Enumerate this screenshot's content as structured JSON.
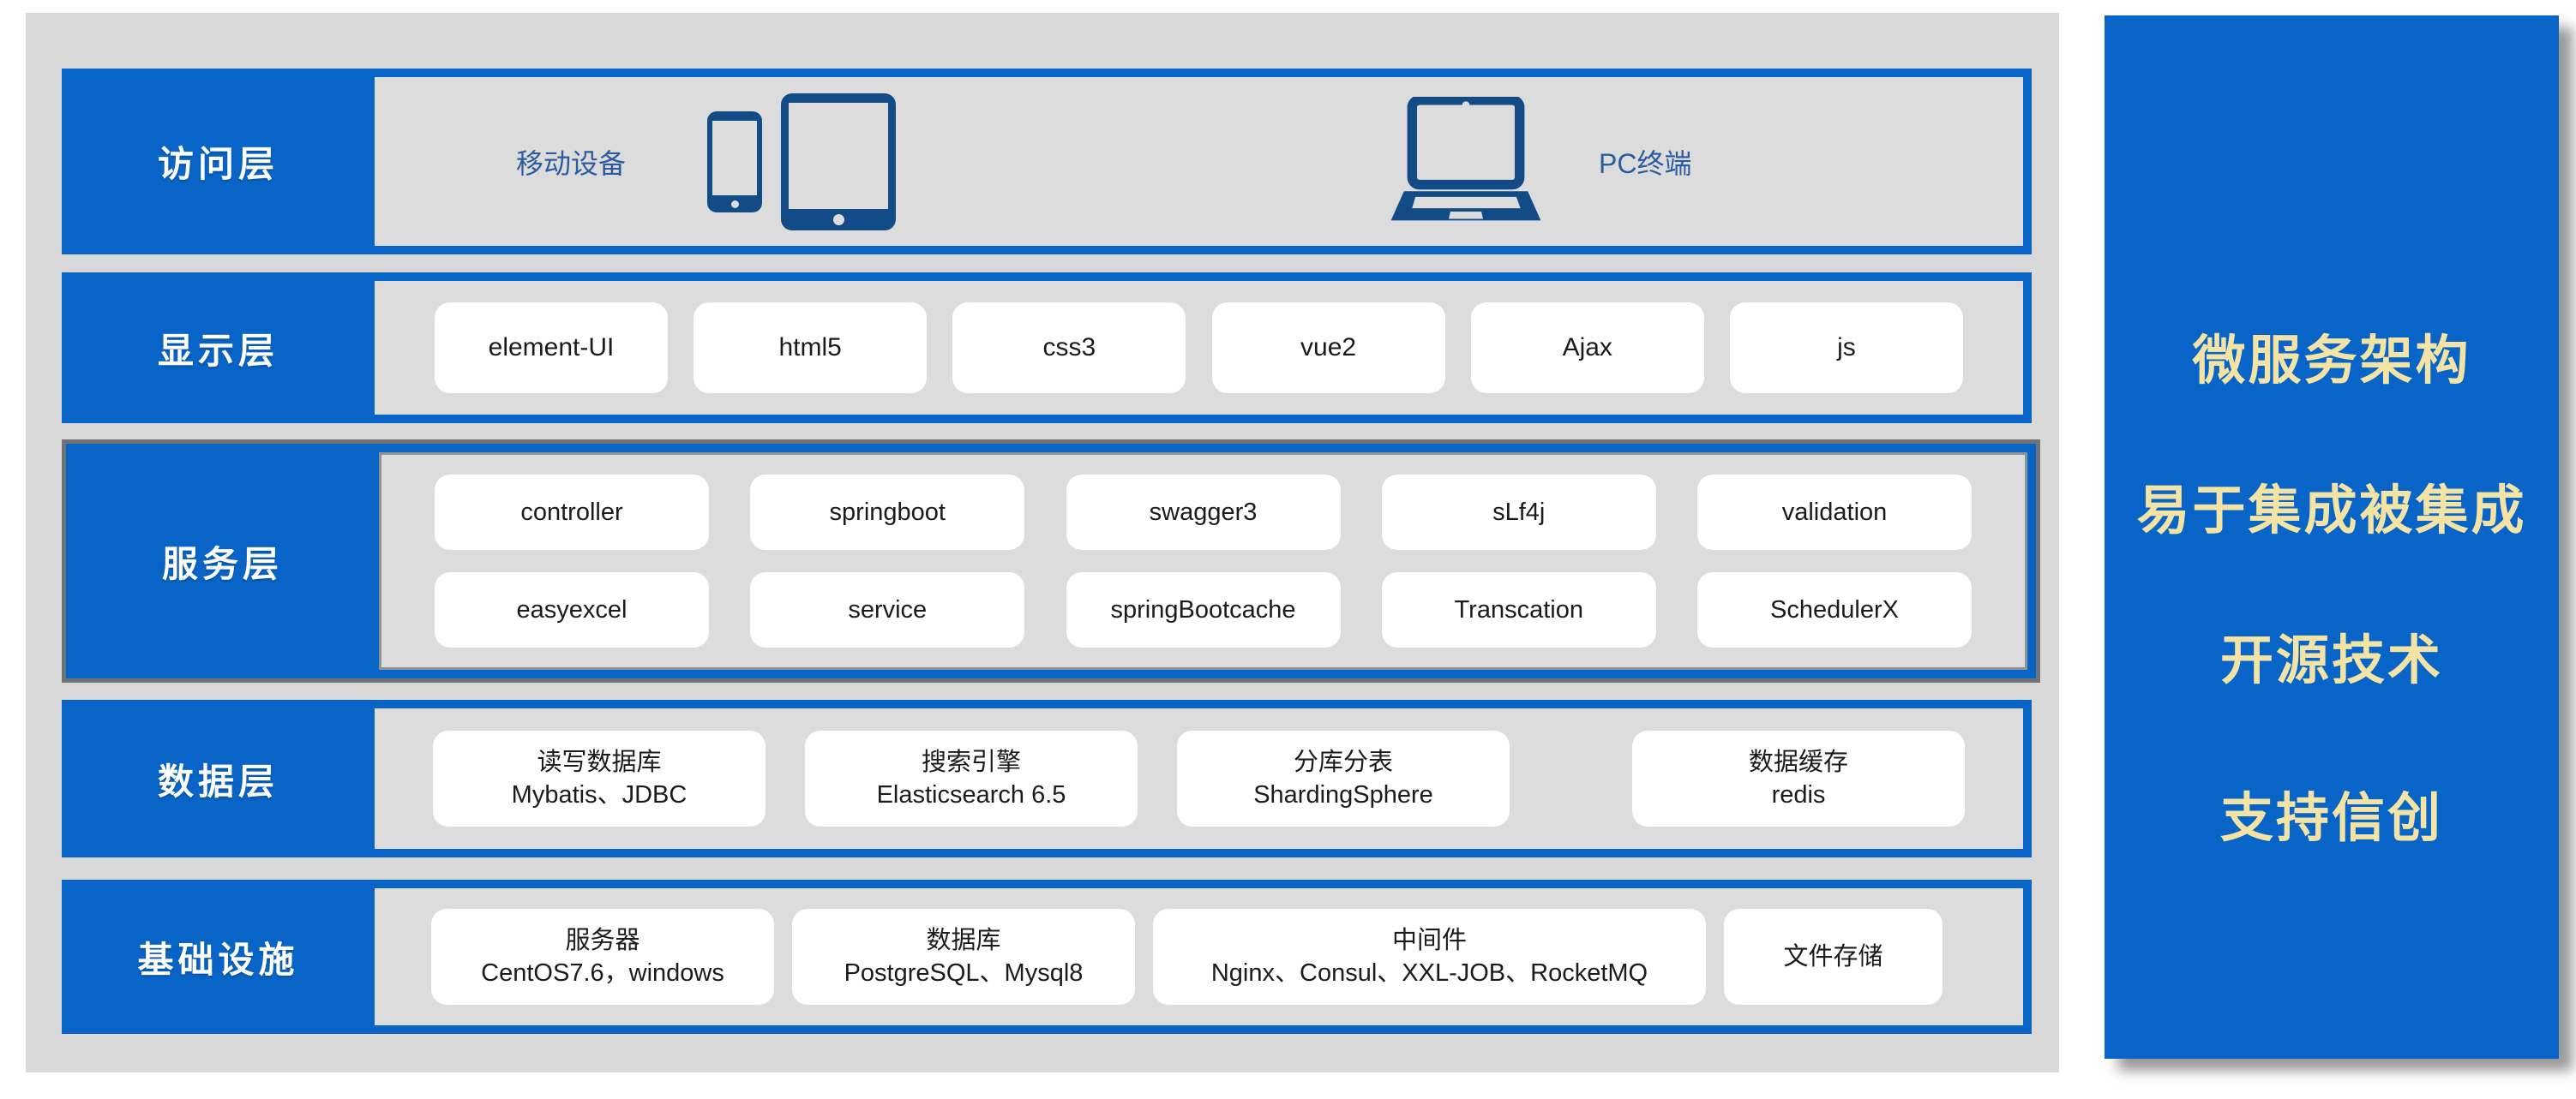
{
  "colors": {
    "accent_blue": "#0864c6",
    "icon_navy": "#134b87",
    "panel_gray": "#d9d9d9",
    "content_gray": "#dcdcdc",
    "card_white": "#ffffff",
    "side_text_yellow": "#f3e4a5",
    "service_border_gray": "#707375",
    "device_text_blue": "#2b5c9e"
  },
  "layers": [
    {
      "id": "access",
      "label": "访问层",
      "items": [
        {
          "label": "移动设备"
        },
        {
          "label": "PC终端"
        }
      ],
      "icons": [
        "phone-icon",
        "tablet-icon",
        "laptop-icon"
      ]
    },
    {
      "id": "display",
      "label": "显示层",
      "cards": [
        "element-UI",
        "html5",
        "css3",
        "vue2",
        "Ajax",
        "js"
      ]
    },
    {
      "id": "service",
      "label": "服务层",
      "rows": [
        [
          "controller",
          "springboot",
          "swagger3",
          "sLf4j",
          "validation"
        ],
        [
          "easyexcel",
          "service",
          "springBootcache",
          "Transcation",
          "SchedulerX"
        ]
      ]
    },
    {
      "id": "data",
      "label": "数据层",
      "cards": [
        {
          "title": "读写数据库",
          "subtitle": "Mybatis、JDBC"
        },
        {
          "title": "搜索引擎",
          "subtitle": "Elasticsearch 6.5"
        },
        {
          "title": "分库分表",
          "subtitle": "ShardingSphere"
        },
        {
          "title": "数据缓存",
          "subtitle": "redis"
        }
      ]
    },
    {
      "id": "infra",
      "label": "基础设施",
      "cards": [
        {
          "title": "服务器",
          "subtitle": "CentOS7.6，windows"
        },
        {
          "title": "数据库",
          "subtitle": "PostgreSQL、Mysql8"
        },
        {
          "title": "中间件",
          "subtitle": "Nginx、Consul、XXL-JOB、RocketMQ"
        },
        {
          "title": "文件存储",
          "subtitle": ""
        }
      ]
    }
  ],
  "side_panel": {
    "items": [
      "微服务架构",
      "易于集成被集成",
      "开源技术",
      "支持信创"
    ]
  }
}
